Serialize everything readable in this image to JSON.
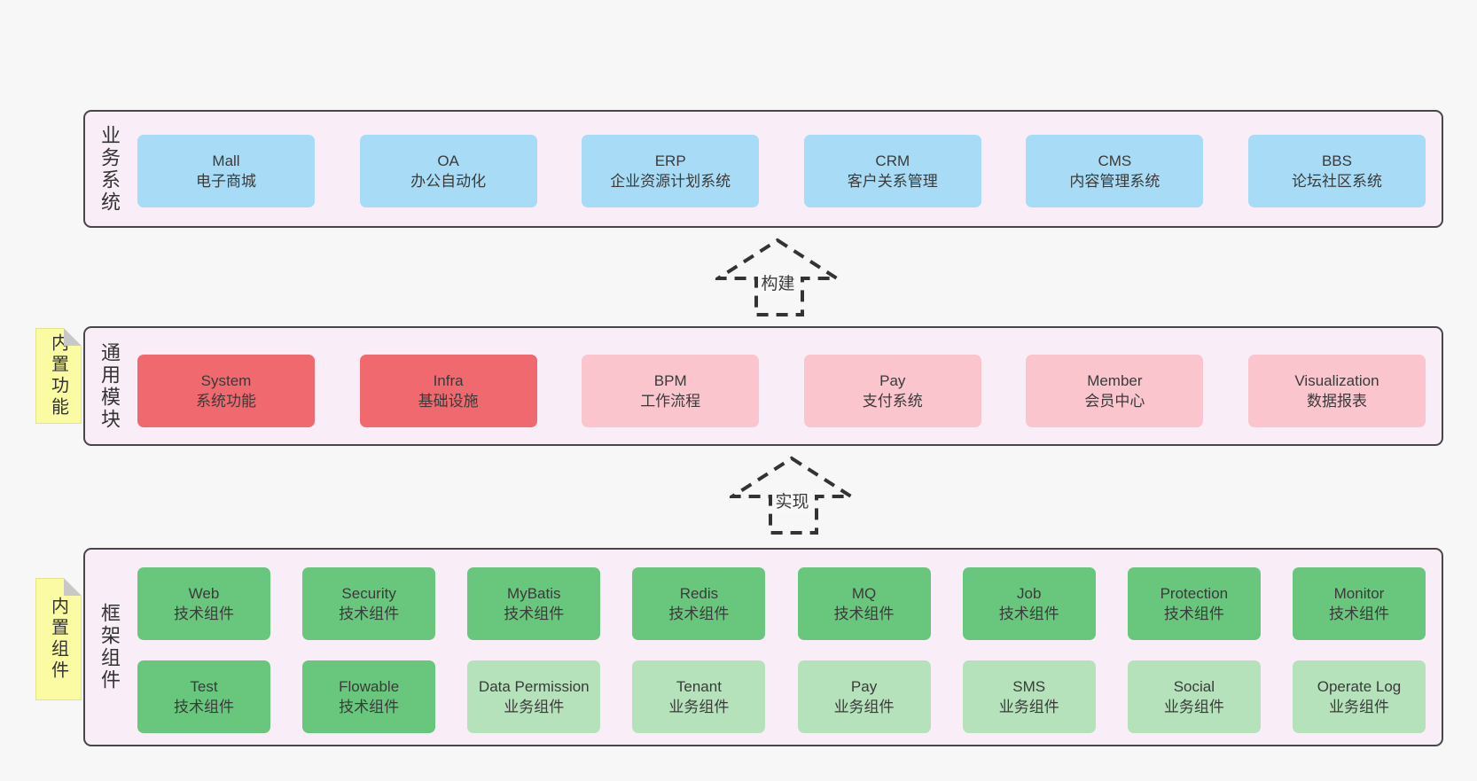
{
  "colors": {
    "page_bg": "#f7f7f7",
    "panel_bg": "#f9eef7",
    "panel_border": "#474747",
    "box_blue": "#a8dcf6",
    "box_red": "#f0696e",
    "box_pink": "#fbc5ce",
    "box_green": "#69c77d",
    "box_green_light": "#b6e2bb",
    "note_yellow": "#fbfba3",
    "note_fold_gray": "#c8c8c8",
    "text": "#3a3a3a"
  },
  "business_layer": {
    "label": "业务系统",
    "boxes": [
      {
        "name": "Mall",
        "desc": "电子商城"
      },
      {
        "name": "OA",
        "desc": "办公自动化"
      },
      {
        "name": "ERP",
        "desc": "企业资源计划系统"
      },
      {
        "name": "CRM",
        "desc": "客户关系管理"
      },
      {
        "name": "CMS",
        "desc": "内容管理系统"
      },
      {
        "name": "BBS",
        "desc": "论坛社区系统"
      }
    ]
  },
  "arrow_build": {
    "label": "构建"
  },
  "module_layer": {
    "label": "通用模块",
    "note": "内置功能",
    "boxes": [
      {
        "name": "System",
        "desc": "系统功能"
      },
      {
        "name": "Infra",
        "desc": "基础设施"
      },
      {
        "name": "BPM",
        "desc": "工作流程"
      },
      {
        "name": "Pay",
        "desc": "支付系统"
      },
      {
        "name": "Member",
        "desc": "会员中心"
      },
      {
        "name": "Visualization",
        "desc": "数据报表"
      }
    ]
  },
  "arrow_implement": {
    "label": "实现"
  },
  "component_layer": {
    "label": "框架组件",
    "note": "内置组件",
    "row1": [
      {
        "name": "Web",
        "desc": "技术组件"
      },
      {
        "name": "Security",
        "desc": "技术组件"
      },
      {
        "name": "MyBatis",
        "desc": "技术组件"
      },
      {
        "name": "Redis",
        "desc": "技术组件"
      },
      {
        "name": "MQ",
        "desc": "技术组件"
      },
      {
        "name": "Job",
        "desc": "技术组件"
      },
      {
        "name": "Protection",
        "desc": "技术组件"
      },
      {
        "name": "Monitor",
        "desc": "技术组件"
      }
    ],
    "row2": [
      {
        "name": "Test",
        "desc": "技术组件"
      },
      {
        "name": "Flowable",
        "desc": "技术组件"
      },
      {
        "name": "Data Permission",
        "desc": "业务组件"
      },
      {
        "name": "Tenant",
        "desc": "业务组件"
      },
      {
        "name": "Pay",
        "desc": "业务组件"
      },
      {
        "name": "SMS",
        "desc": "业务组件"
      },
      {
        "name": "Social",
        "desc": "业务组件"
      },
      {
        "name": "Operate Log",
        "desc": "业务组件"
      }
    ]
  }
}
